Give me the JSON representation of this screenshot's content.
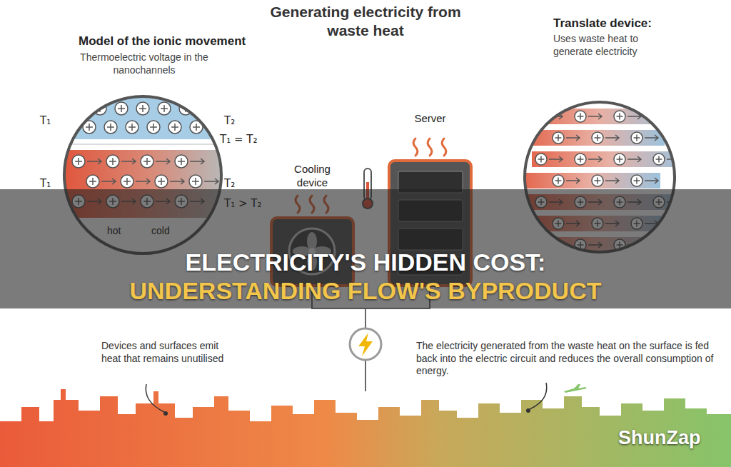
{
  "diagram": {
    "title": "Generating electricity from waste heat",
    "nodes": [
      {
        "text": [
          "Model of the ionic movement",
          "Thermoelectric voltage in the nanochannels"
        ]
      },
      {
        "text": [
          "Cooling device"
        ]
      },
      {
        "text": [
          "Server"
        ]
      },
      {
        "text": [
          "Translate device:",
          "Uses waste heat to generate electricity"
        ]
      }
    ],
    "labels": [
      "T₁",
      "T₂",
      "T₁ = T₂",
      "T₁",
      "T₂",
      "T₁ > T₂",
      "hot",
      "cold",
      "Devices and surfaces emit heat that remains unutilised",
      "The electricity generated from the waste heat on the surface is fed back into the electric circuit and reduces the overall consumption of energy.",
      "ELECTRICITY'S HIDDEN COST:",
      "UNDERSTANDING FLOW'S BYPRODUCT",
      "ShunZap"
    ]
  }
}
